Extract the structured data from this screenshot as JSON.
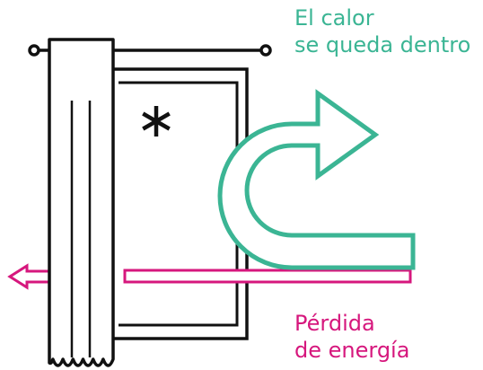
{
  "labels": {
    "heat_stays": {
      "line1": "El calor",
      "line2": "se queda dentro"
    },
    "energy_loss": {
      "line1": "Pérdida",
      "line2": "de energía"
    }
  },
  "colors": {
    "heat": "#3bb594",
    "loss": "#d6177d",
    "line": "#111111",
    "background": "#ffffff"
  },
  "icons": {
    "cold": "snowflake-icon",
    "heat_flow": "curved-arrow-icon",
    "loss_flow": "arrow-left-icon"
  }
}
